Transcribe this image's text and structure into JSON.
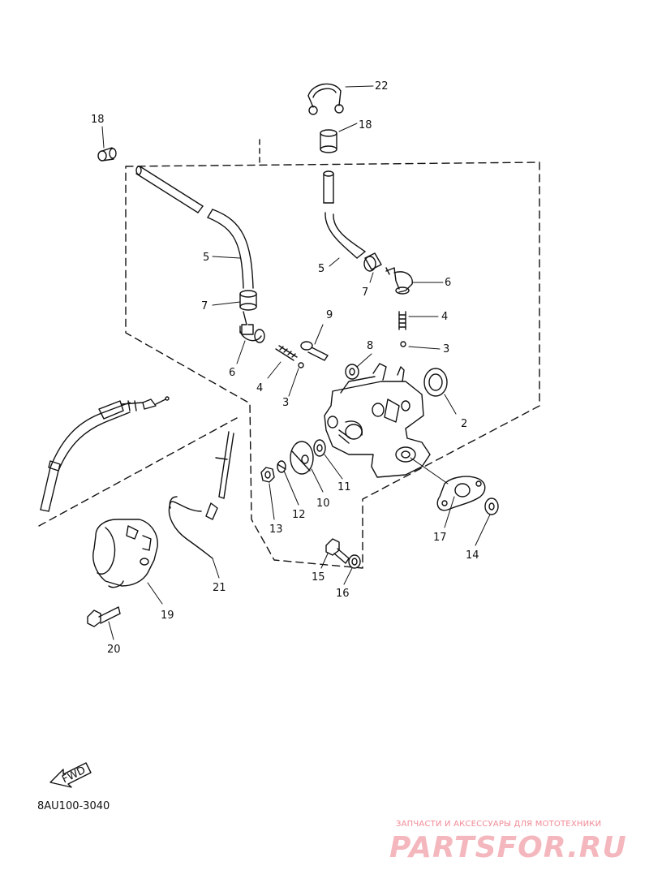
{
  "diagram": {
    "code": "8AU100-3040",
    "fwd_label": "FWD",
    "labels": {
      "l22": "22",
      "l18a": "18",
      "l18b": "18",
      "l5a": "5",
      "l5b": "5",
      "l7a": "7",
      "l7b": "7",
      "l6a": "6",
      "l6b": "6",
      "l4a": "4",
      "l4b": "4",
      "l3a": "3",
      "l3b": "3",
      "l9": "9",
      "l8": "8",
      "l2": "2",
      "l10": "10",
      "l11": "11",
      "l12": "12",
      "l13": "13",
      "l17": "17",
      "l14": "14",
      "l15": "15",
      "l16": "16",
      "l21": "21",
      "l19": "19",
      "l20": "20"
    }
  },
  "watermark": {
    "tagline": "ЗАПЧАСТИ И АКСЕССУАРЫ ДЛЯ МОТОТЕХНИКИ",
    "brand": "PARTSFOR.RU"
  }
}
